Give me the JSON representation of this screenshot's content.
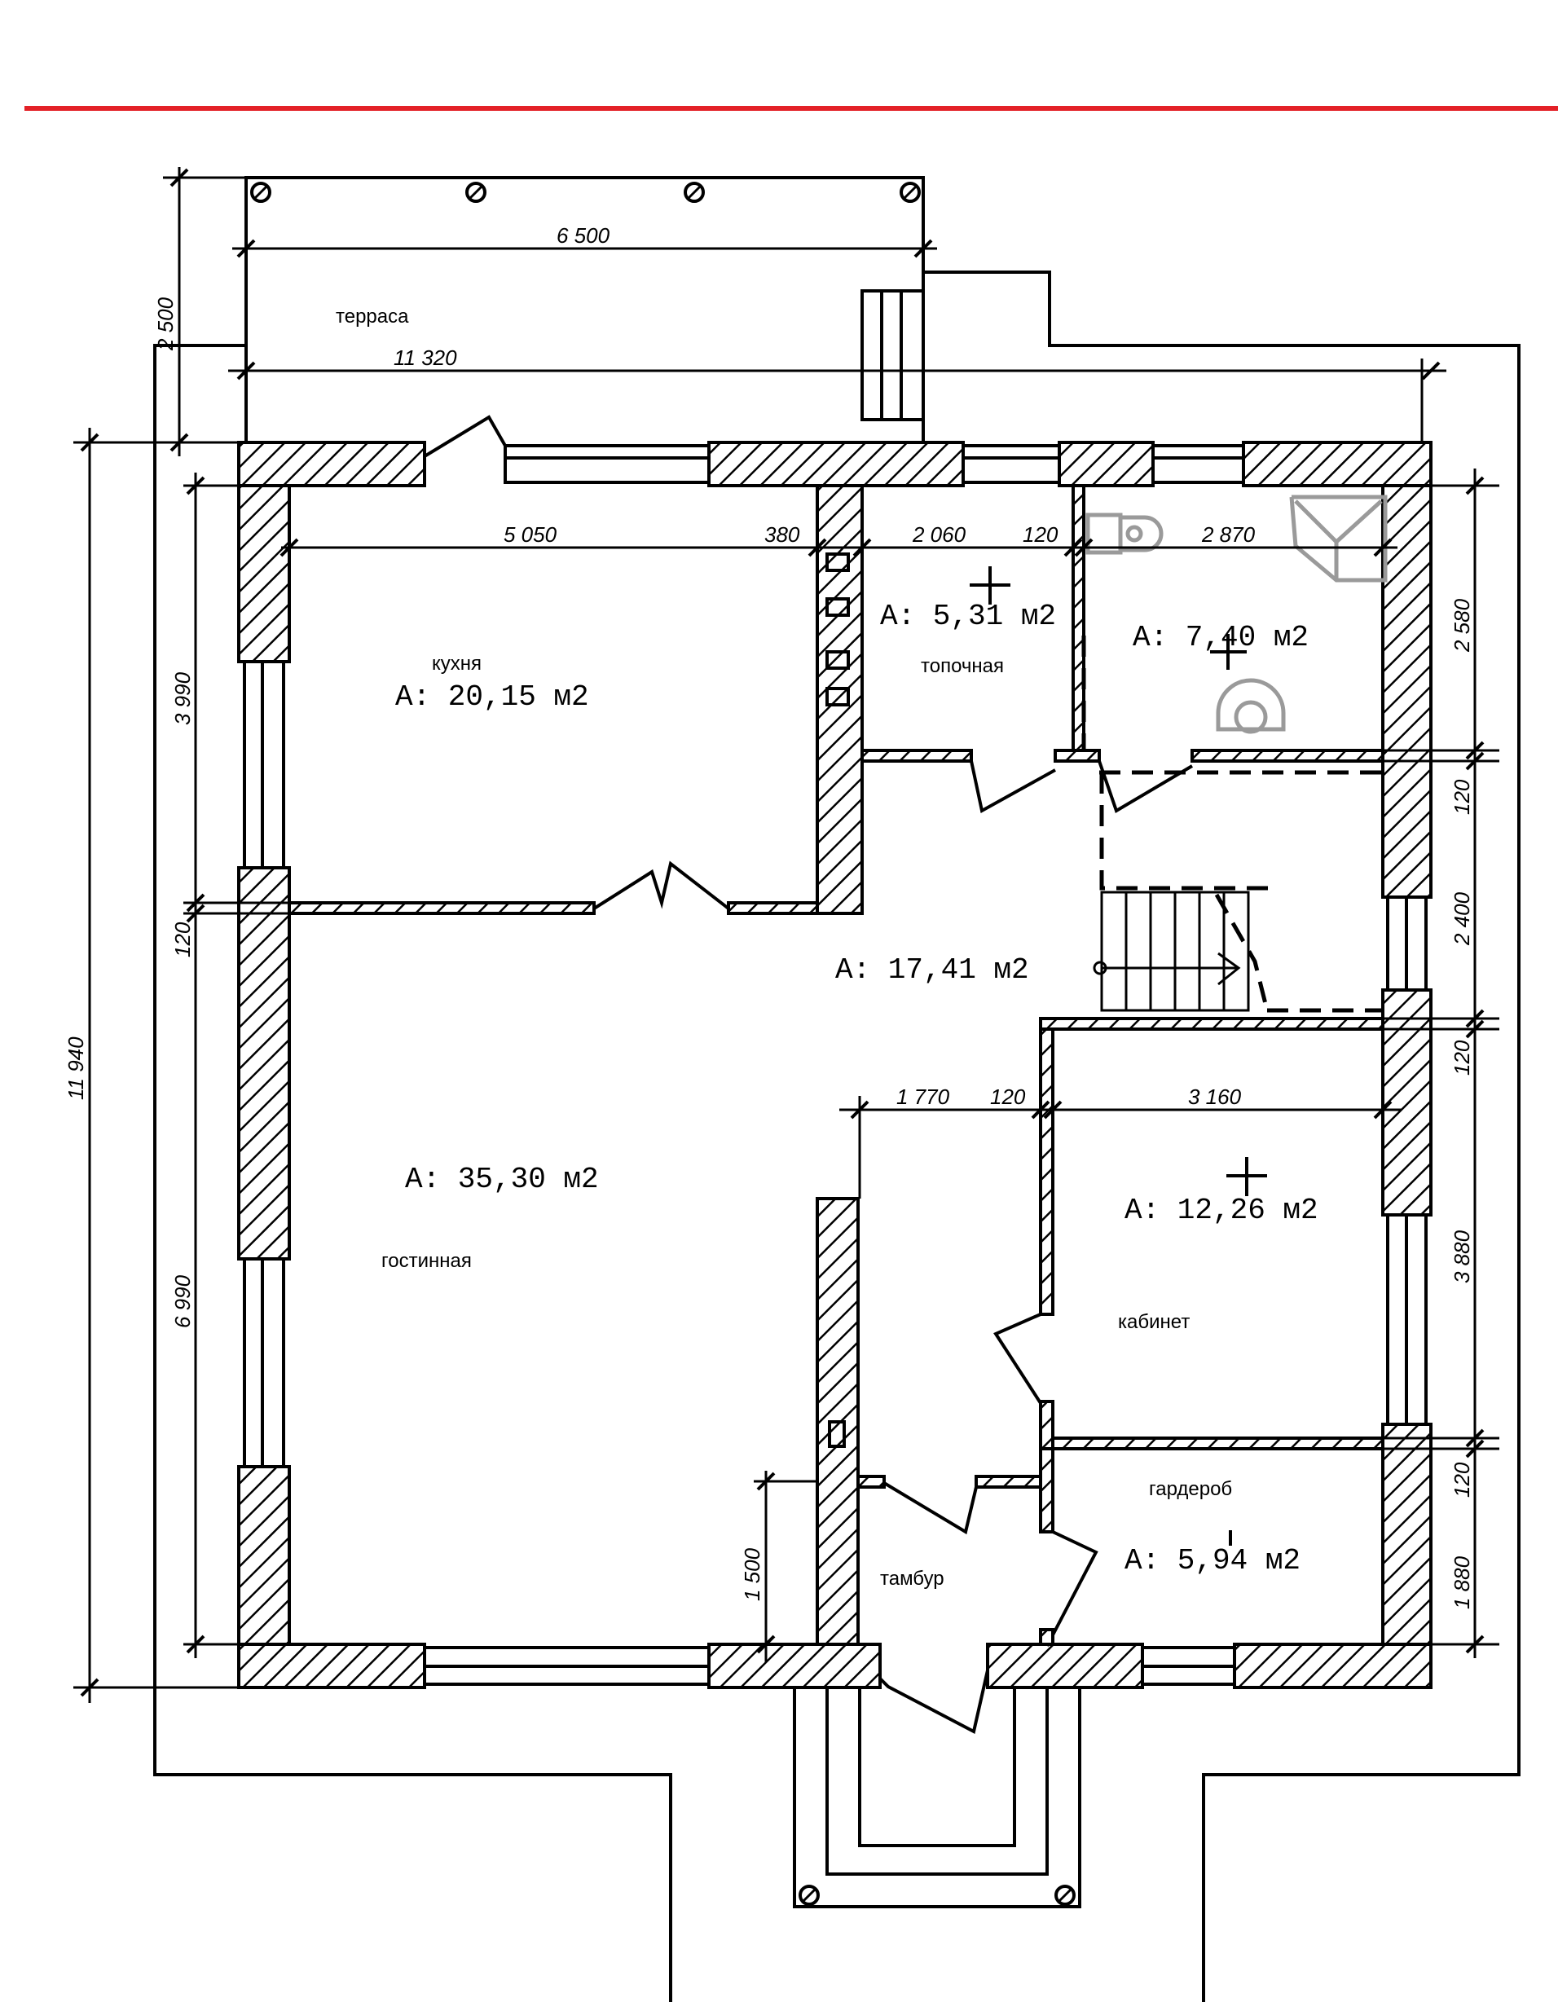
{
  "colors": {
    "header_rule": "#e32127",
    "ink": "#000000",
    "fixture": "#9a9a9a"
  },
  "dimensions": {
    "terrace_width": "6 500",
    "overall_width": "11 320",
    "terrace_depth": "2 500",
    "overall_height": "11 940",
    "kitchen_width": "5 050",
    "wall_380": "380",
    "boiler_width": "2 060",
    "partition_120_top": "120",
    "bath_width": "2 870",
    "kitchen_depth": "3 990",
    "left_partition": "120",
    "living_depth": "6 990",
    "right_2580": "2 580",
    "right_120_a": "120",
    "right_2400": "2 400",
    "right_120_b": "120",
    "right_3880": "3 880",
    "right_120_c": "120",
    "right_1880": "1 880",
    "hall_1770": "1 770",
    "hall_120": "120",
    "study_width": "3 160",
    "vestibule_1500": "1 500"
  },
  "rooms": {
    "terrace": {
      "name": "терраса"
    },
    "kitchen": {
      "name": "кухня",
      "area": "A: 20,15 м2"
    },
    "boiler": {
      "name": "топочная",
      "area": "A: 5,31 м2"
    },
    "bath": {
      "area": "A: 7,40 м2"
    },
    "hall": {
      "area": "A: 17,41 м2"
    },
    "living": {
      "name": "гостинная",
      "area": "A: 35,30 м2"
    },
    "study": {
      "name": "кабинет",
      "area": "A: 12,26 м2"
    },
    "wardrobe": {
      "name": "гардероб",
      "area": "A: 5,94 м2"
    },
    "vestibule": {
      "name": "тамбур"
    }
  }
}
